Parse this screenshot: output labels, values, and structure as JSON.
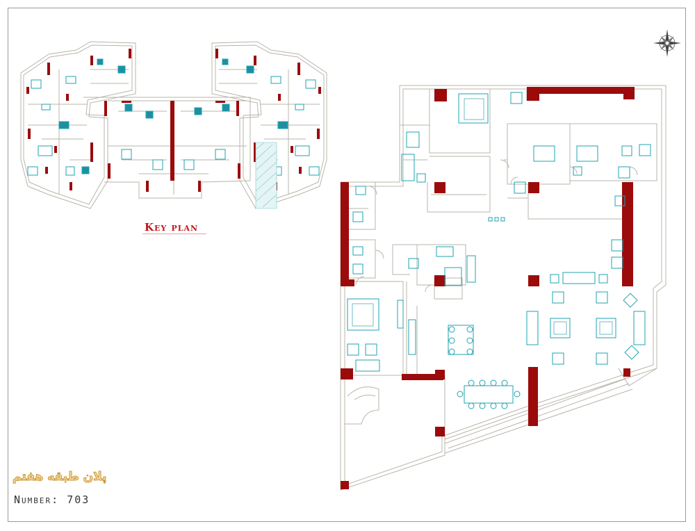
{
  "key_plan_label": "Key plan",
  "plan_title_fa": "پلان طبقه هفتم",
  "number_text": "Number: 703",
  "colors": {
    "wall_red": "#9b0b0b",
    "furniture_cyan": "#1ea3b0",
    "line_grey": "#b9b4aa",
    "title_red": "#c4141b",
    "title_gold": "#d8a23c"
  },
  "icons": {
    "compass": "compass-rose-icon"
  }
}
